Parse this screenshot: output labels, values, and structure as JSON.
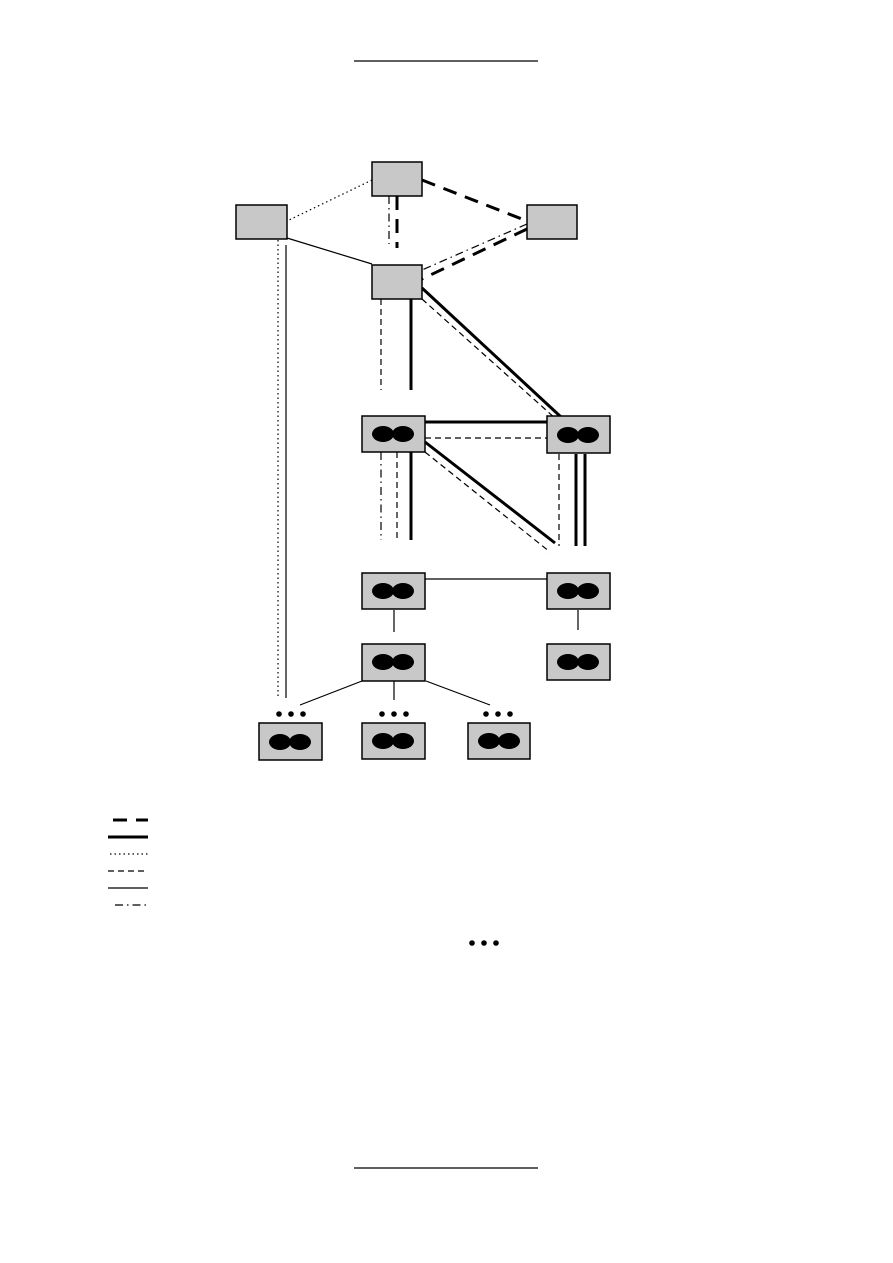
{
  "diagram": {
    "node_fill": "#c8c8c8",
    "line_color": "#000000",
    "line_styles": [
      "thick-dashed",
      "thick-solid",
      "dotted",
      "dashed",
      "thin-solid",
      "dash-dot"
    ],
    "legend_items": [
      {
        "style": "thick-dashed"
      },
      {
        "style": "thick-solid"
      },
      {
        "style": "dotted"
      },
      {
        "style": "dashed"
      },
      {
        "style": "thin-solid"
      },
      {
        "style": "dash-dot"
      }
    ],
    "continuation_marker": "ellipsis-dots"
  }
}
